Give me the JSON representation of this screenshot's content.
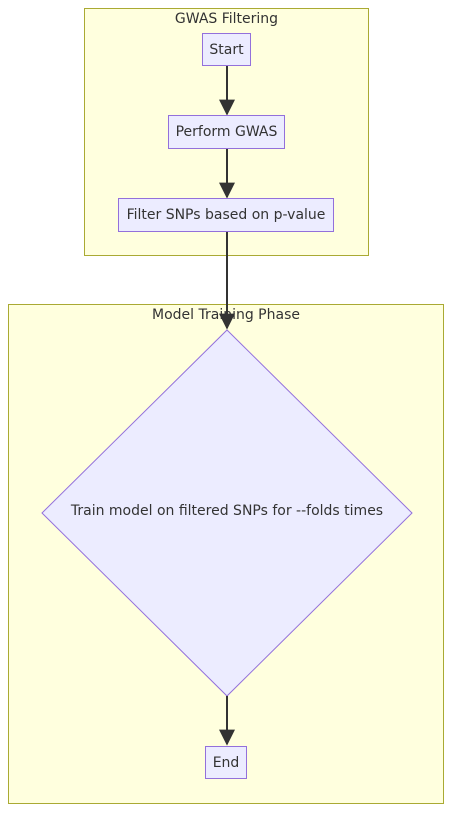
{
  "clusters": {
    "gwas": {
      "title": "GWAS Filtering"
    },
    "training": {
      "title": "Model Training Phase"
    }
  },
  "nodes": {
    "start": "Start",
    "perform_gwas": "Perform GWAS",
    "filter_snps": "Filter SNPs based on p-value",
    "train_model": "Train model on filtered SNPs for --folds times",
    "end": "End"
  },
  "colors": {
    "cluster_fill": "#ffffde",
    "cluster_border": "#aaaa33",
    "node_fill": "#ececff",
    "node_border": "#9370db",
    "edge": "#333333",
    "text": "#333333"
  }
}
